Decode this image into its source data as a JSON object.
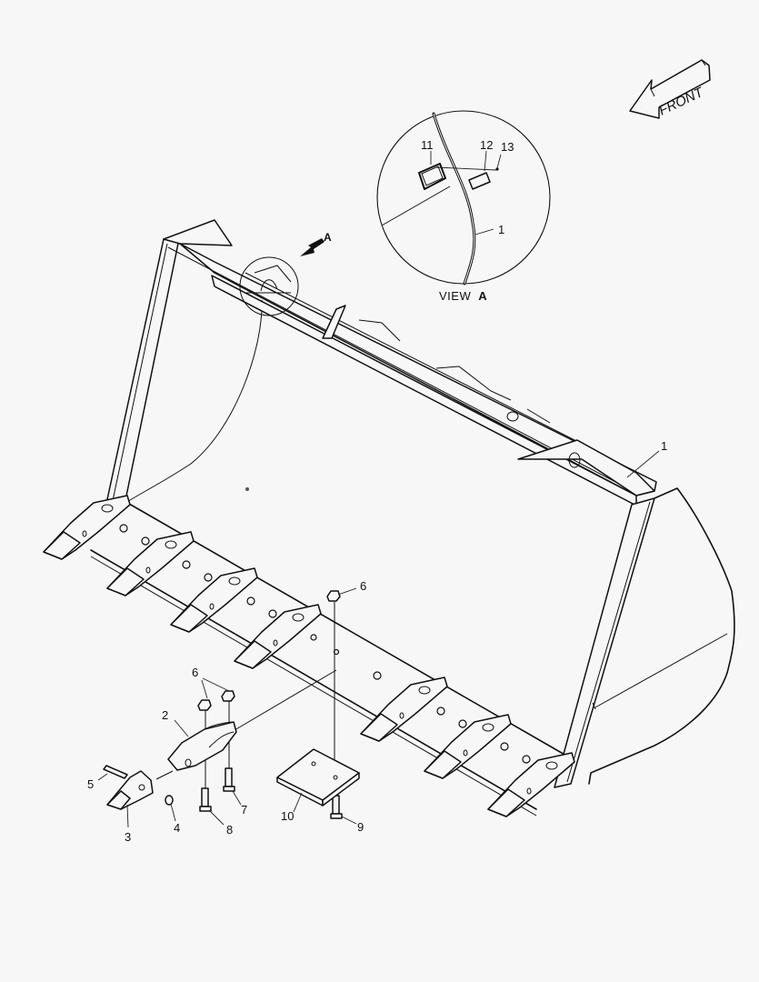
{
  "diagram": {
    "subject": "Loader bucket with teeth - exploded parts view",
    "background_color": "#f7f7f7",
    "line_color": "#111111",
    "direction_indicator": {
      "label": "FRONT",
      "icon": "arrow-left-icon"
    },
    "view_detail": {
      "label_prefix": "VIEW",
      "label_letter": "A",
      "view_arrow_letter": "A",
      "callouts": [
        "11",
        "12",
        "13",
        "1"
      ]
    },
    "callouts": [
      {
        "id": "1",
        "part": "bucket"
      },
      {
        "id": "2",
        "part": "adapter"
      },
      {
        "id": "3",
        "part": "tooth-point"
      },
      {
        "id": "4",
        "part": "retainer"
      },
      {
        "id": "5",
        "part": "pin"
      },
      {
        "id": "6",
        "part": "nut"
      },
      {
        "id": "7",
        "part": "bolt"
      },
      {
        "id": "8",
        "part": "bolt"
      },
      {
        "id": "9",
        "part": "bolt"
      },
      {
        "id": "10",
        "part": "wear-plate"
      }
    ],
    "tooth_count": 8
  },
  "labels": {
    "c1_main": "1",
    "c1_view": "1",
    "c2": "2",
    "c3": "3",
    "c4": "4",
    "c5": "5",
    "c6_top": "6",
    "c6_right": "6",
    "c7": "7",
    "c8": "8",
    "c9": "9",
    "c10": "10",
    "c11": "11",
    "c12": "12",
    "c13": "13",
    "view_prefix": "VIEW",
    "view_letter": "A",
    "arrow_letter": "A",
    "front": "FRONT"
  }
}
